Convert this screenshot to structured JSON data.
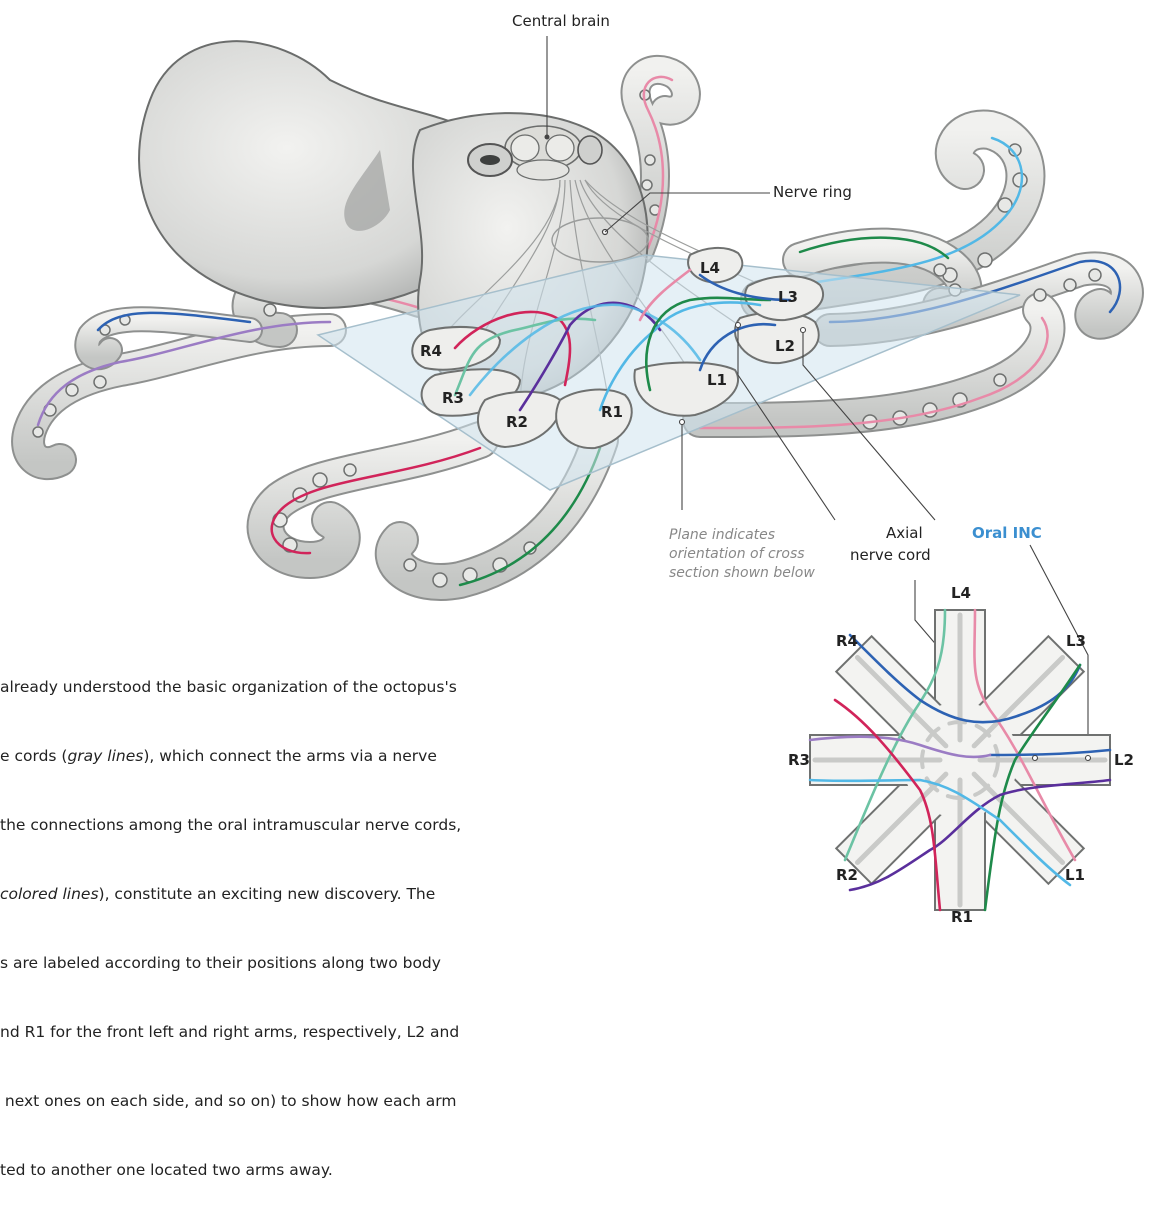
{
  "labels": {
    "central_brain": "Central brain",
    "nerve_ring": "Nerve ring",
    "axial_line1": "Axial",
    "axial_line2": "nerve cord",
    "oral_inc": "Oral INC",
    "plane_line1": "Plane indicates",
    "plane_line2": "orientation of cross",
    "plane_line3": "section shown below"
  },
  "arms_top": [
    "L4",
    "L3",
    "L2",
    "L1",
    "R1",
    "R2",
    "R3",
    "R4"
  ],
  "arms_cross": {
    "top": "L4",
    "top_right": "L3",
    "right": "L2",
    "bottom_right": "L1",
    "bottom": "R1",
    "bottom_left": "R2",
    "left": "R3",
    "top_left": "R4"
  },
  "caption": {
    "line1_pre": "already understood the basic organization of the octopus's",
    "line2_pre": "e cords (",
    "line2_it": "gray lines",
    "line2_post": "), which connect the arms via a nerve",
    "line3": "the connections among the oral intramuscular nerve cords,",
    "line4_it": "colored lines",
    "line4_post": "), constitute an exciting new discovery. The",
    "line5": "s are labeled according to their positions along two body",
    "line6": "nd R1 for the front left and right arms, respectively, L2 and",
    "line7": " next ones on each side, and so on) to show how each arm",
    "line8": "ted to another one located two arms away."
  },
  "colors": {
    "pink": "#e88aa8",
    "green": "#1e8a4a",
    "teal": "#6cc3a4",
    "blue": "#2d62b3",
    "light_blue": "#52b8e6",
    "purple": "#5a2f9c",
    "lavender": "#9b7cc4",
    "crimson": "#d1245a",
    "oral_inc": "#3b8fd0",
    "plane": "#cfe4ef"
  }
}
